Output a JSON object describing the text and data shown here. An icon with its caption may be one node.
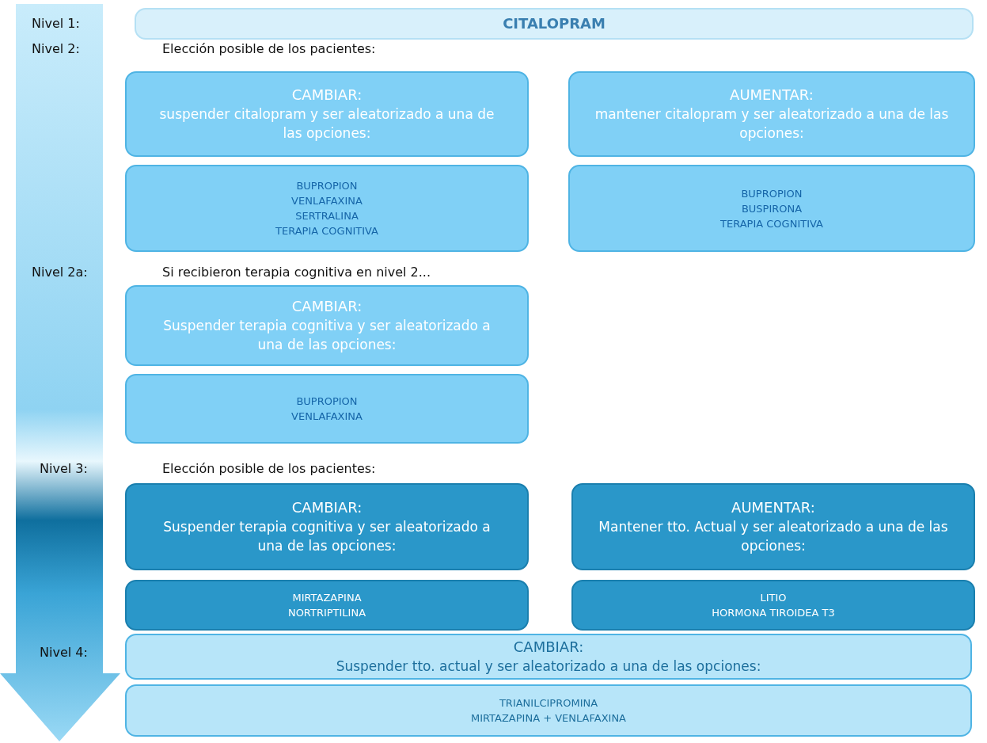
{
  "diagram": {
    "nodes": [
      {
        "text": [
          "CITALOPRAM"
        ]
      },
      {
        "text": [
          "CAMBIAR:",
          "suspender citalopram y ser aleatorizado a una de las opciones:"
        ]
      },
      {
        "text": [
          "AUMENTAR:",
          "mantener citalopram y ser aleatorizado a una de las opciones:"
        ]
      },
      {
        "text": [
          "BUPROPION",
          "VENLAFAXINA",
          "SERTRALINA",
          "TERAPIA COGNITIVA"
        ]
      },
      {
        "text": [
          "BUPROPION",
          "BUSPIRONA",
          "TERAPIA COGNITIVA"
        ]
      },
      {
        "text": [
          "CAMBIAR:",
          "Suspender terapia cognitiva y ser aleatorizado a una de las opciones:"
        ]
      },
      {
        "text": [
          "BUPROPION",
          "VENLAFAXINA"
        ]
      },
      {
        "text": [
          "CAMBIAR:",
          "Suspender terapia cognitiva y ser aleatorizado a una de las opciones:"
        ]
      },
      {
        "text": [
          "AUMENTAR:",
          "Mantener tto. Actual y ser aleatorizado a una de las opciones:"
        ]
      },
      {
        "text": [
          "MIRTAZAPINA",
          "NORTRIPTILINA"
        ]
      },
      {
        "text": [
          "LITIO",
          "HORMONA TIROIDEA T3"
        ]
      },
      {
        "text": [
          "CAMBIAR:",
          "Suspender tto. actual y ser aleatorizado a una de las opciones:"
        ]
      },
      {
        "text": [
          "TRIANILCIPROMINA",
          "MIRTAZAPINA + VENLAFAXINA"
        ]
      }
    ],
    "labels": [
      "Nivel 1:",
      "Nivel 2:",
      "Elección posible de los pacientes:",
      "Nivel 2a:",
      "Si recibieron terapia cognitiva en nivel 2...",
      "Nivel 3:",
      "Elección posible de los pacientes:",
      "Nivel 4:"
    ]
  }
}
